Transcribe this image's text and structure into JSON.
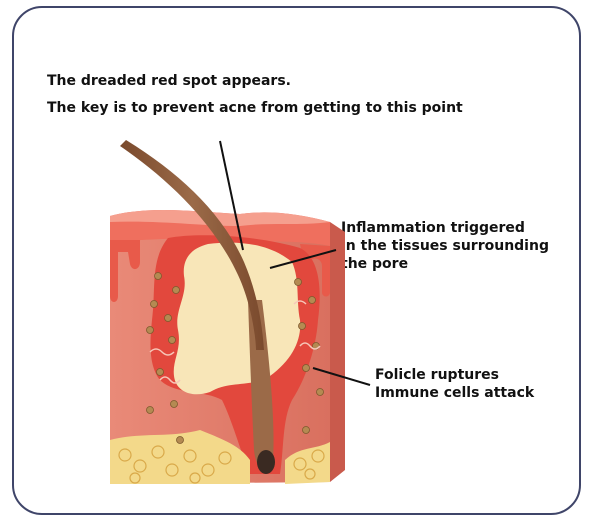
{
  "caption": {
    "line1": "The dreaded red spot appears.",
    "line2": "The key is to prevent acne from getting to this point"
  },
  "labels": {
    "inflammation": {
      "line1": "Inflammation triggered",
      "line2": "in the tissues surrounding",
      "line3": "the pore"
    },
    "folicle": {
      "line1": "Folicle ruptures",
      "line2": "Immune cells attack"
    }
  },
  "colors": {
    "border": "#3f4569",
    "text": "#111111",
    "skin_top": "#f27a6b",
    "skin_side": "#e88a78",
    "inflamed": "#e2483d",
    "pus": "#f8e6b8",
    "hair": "#8b5a3a",
    "fat": "#f3d98a"
  }
}
